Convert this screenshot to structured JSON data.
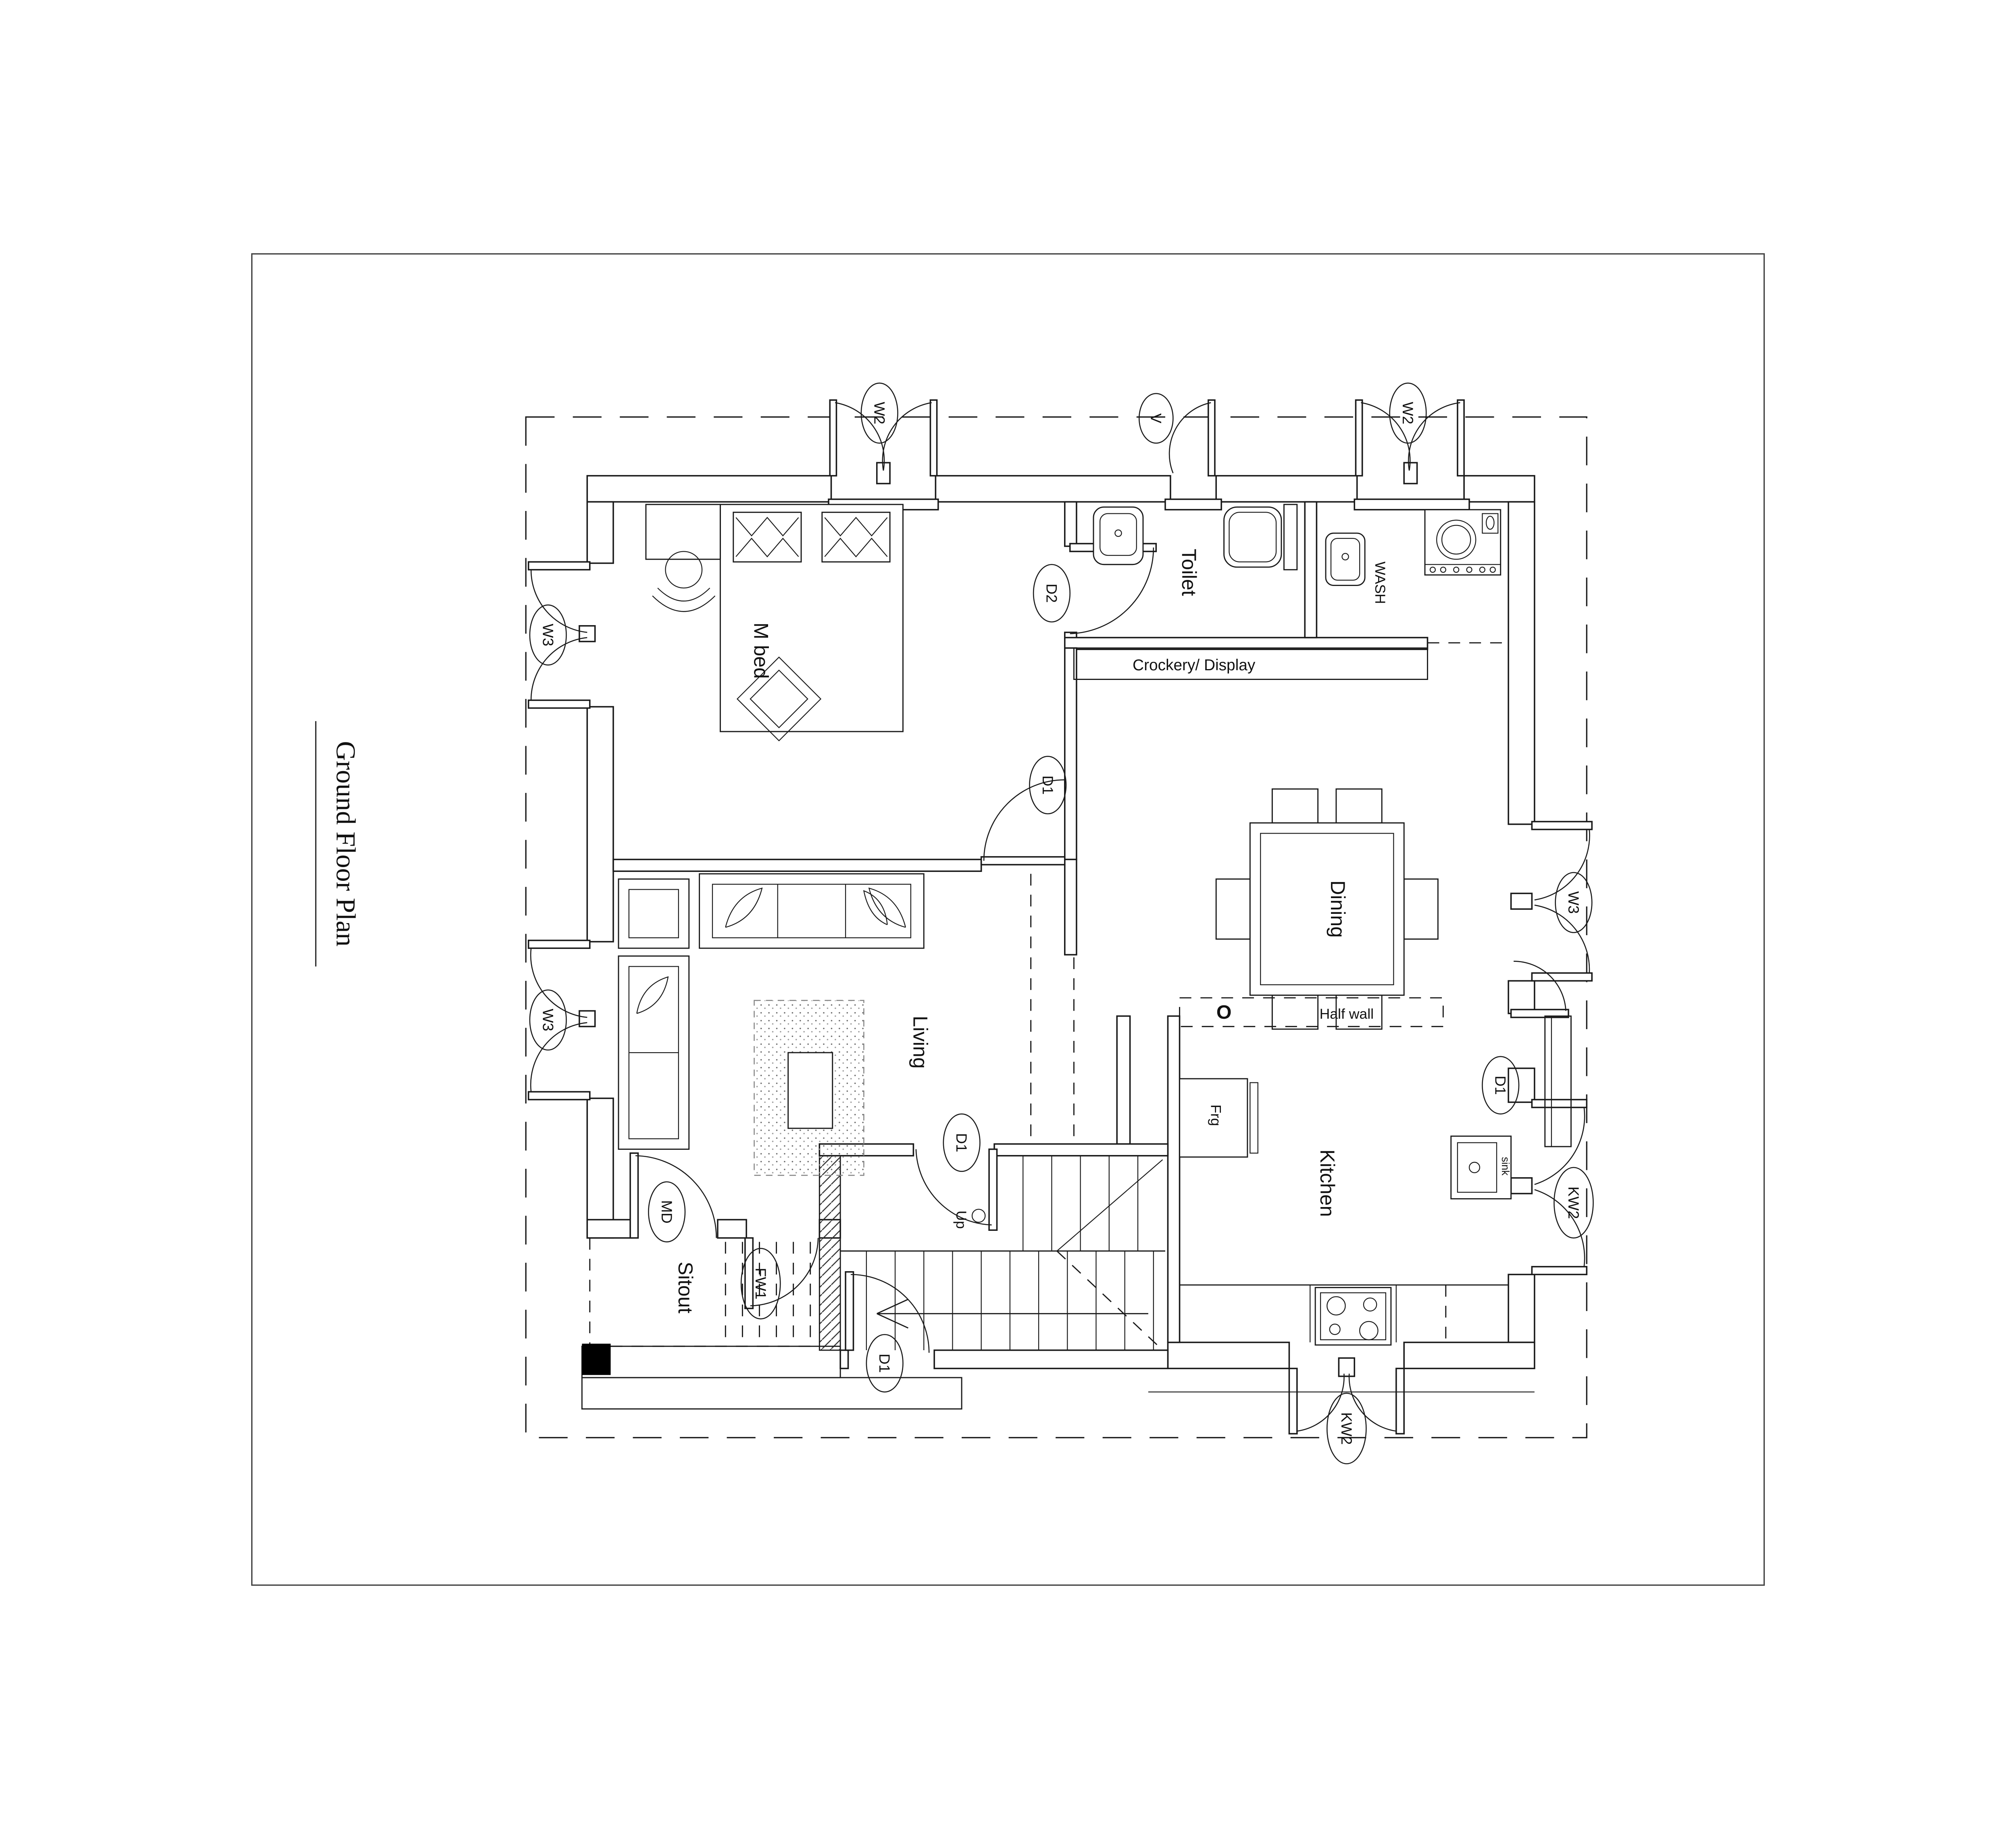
{
  "title": "Ground Floor Plan",
  "rooms": {
    "mbed": "M bed",
    "toilet": "Toilet",
    "wash": "WASH",
    "dining": "Dining",
    "living": "Living",
    "kitchen": "Kitchen",
    "sitout": "Sitout"
  },
  "annotations": {
    "crockery_display": "Crockery/ Display",
    "half_wall": "Half wall",
    "up": "Up",
    "sink": "sink",
    "fridge": "Frg",
    "o_marker": "O"
  },
  "tags": {
    "w2_top_left": "W2",
    "v_vent": "V",
    "w2_top_right": "W2",
    "w3_left_upper": "W3",
    "w3_left_lower": "W3",
    "w3_right": "W3",
    "kw2_right": "KW2",
    "kw2_bottom": "KW2",
    "d2_toilet": "D2",
    "d1_mbed": "D1",
    "d1_living_stairs": "D1",
    "d1_kitchen": "D1",
    "d1_stair_entry": "D1",
    "md_main_door": "MD",
    "fw1_french_window": "FW1"
  },
  "colors": {
    "line": "#1a1a1a",
    "fridge_text": "#8a8a8a",
    "background": "#ffffff"
  }
}
